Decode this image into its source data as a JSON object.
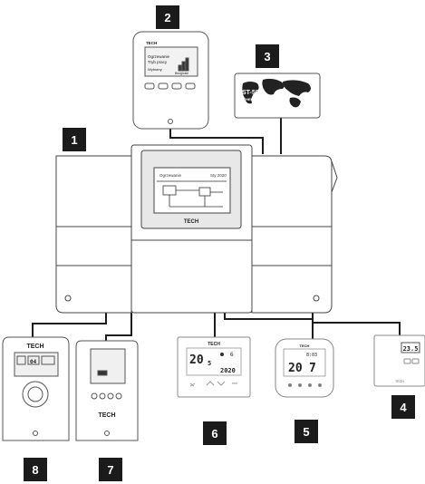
{
  "badges": {
    "b1": "1",
    "b2": "2",
    "b3": "3",
    "b4": "4",
    "b5": "5",
    "b6": "6",
    "b7": "7",
    "b8": "8"
  },
  "main_unit": {
    "brand": "TECH",
    "screen_title": "Ogrzewanie",
    "screen_right": "Sty 2020"
  },
  "panel2": {
    "brand": "TECH",
    "line1": "Ogrzewanie",
    "line2": "Tryb pracy",
    "button_label": "Wybrany",
    "right_label": "Bezglosie"
  },
  "module3": {
    "model": "ST-505",
    "subtitle": "ETHERNET"
  },
  "device4": {
    "value": "23.5",
    "brand": "TECH"
  },
  "device5": {
    "brand": "TECH",
    "left_value": "20",
    "right_value": "7",
    "top_small": "8:03"
  },
  "device6": {
    "brand": "TECH",
    "main_value": "20",
    "sub_value": "5",
    "year": "2020",
    "small_value": "6"
  },
  "device7": {
    "brand": "TECH"
  },
  "device8": {
    "brand": "TECH",
    "screen_value": "04"
  },
  "colors": {
    "line": "#1c1c1c",
    "badge": "#1b1b1b",
    "outline": "#555555"
  }
}
